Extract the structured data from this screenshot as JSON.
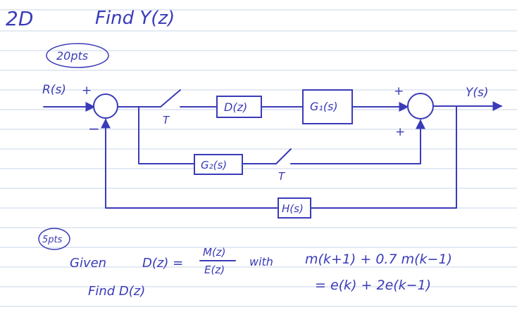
{
  "header": {
    "problem_number": "2D",
    "task": "Find  Y(z)",
    "points_main": "20pts"
  },
  "diagram": {
    "input_label": "R(s)",
    "output_label": "Y(s)",
    "sum1_plus": "+",
    "sum1_minus": "−",
    "sum2_plus_top": "+",
    "sum2_plus_bottom": "+",
    "sampler1_label": "T",
    "sampler2_label": "T",
    "blocks": {
      "d": "D(z)",
      "g1": "G₁(s)",
      "g2": "G₂(s)",
      "h": "H(s)"
    }
  },
  "part_b": {
    "points": "5pts",
    "given_word": "Given",
    "d_lhs": "D(z) =",
    "frac_num": "M(z)",
    "frac_den": "E(z)",
    "with_word": "with",
    "eq_line1": "m(k+1) + 0.7 m(k−1)",
    "eq_line2": "= e(k) + 2e(k−1)",
    "find_text": "Find D(z)"
  }
}
